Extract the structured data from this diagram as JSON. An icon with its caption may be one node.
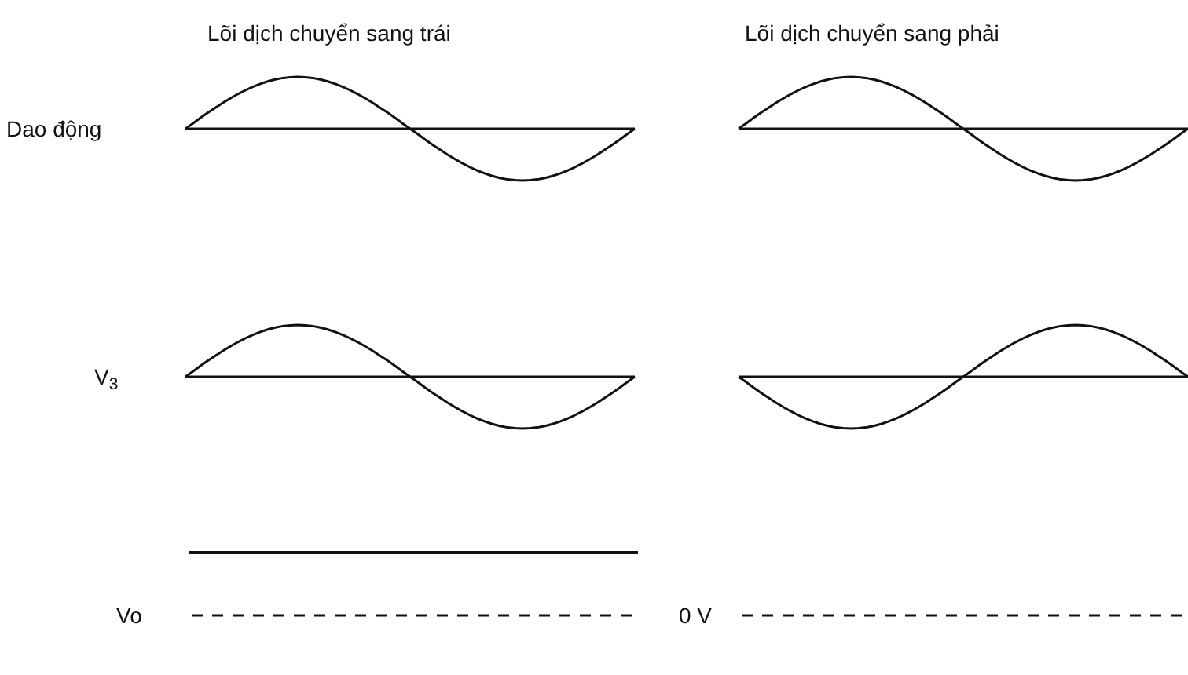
{
  "diagram": {
    "labels": [
      "Lõi dịch chuyển sang trái",
      "Lõi dịch chuyển sang phải",
      "Dao động",
      "V$_{3}$",
      "Vo",
      "0 V"
    ]
  }
}
